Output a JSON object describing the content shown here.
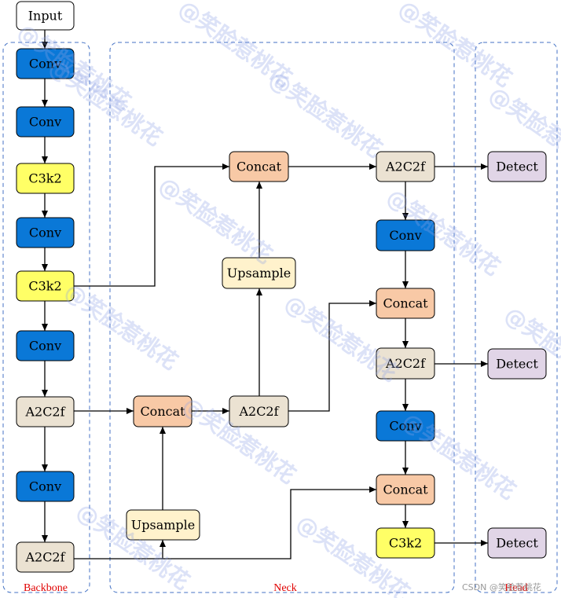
{
  "sections": {
    "backbone": "Backbone",
    "neck": "Neck",
    "head": "Head"
  },
  "nodes": {
    "input": "Input",
    "b_conv1": "Conv",
    "b_conv2": "Conv",
    "b_c3k2_1": "C3k2",
    "b_conv3": "Conv",
    "b_c3k2_2": "C3k2",
    "b_conv4": "Conv",
    "b_a2c2f_1": "A2C2f",
    "b_conv5": "Conv",
    "b_a2c2f_2": "A2C2f",
    "n_upsample1": "Upsample",
    "n_concat1": "Concat",
    "n_a2c2f_1": "A2C2f",
    "n_upsample2": "Upsample",
    "n_concat2": "Concat",
    "n_a2c2f_2": "A2C2f",
    "n_conv1": "Conv",
    "n_concat3": "Concat",
    "n_a2c2f_3": "A2C2f",
    "n_conv2": "Conv",
    "n_concat4": "Concat",
    "n_c3k2": "C3k2",
    "h_detect1": "Detect",
    "h_detect2": "Detect",
    "h_detect3": "Detect"
  },
  "colors": {
    "conv": "#0a78d7",
    "c3k2": "#ffff66",
    "a2c2f": "#ebe2d2",
    "concat": "#f8c9a6",
    "upsample": "#fff2cc",
    "detect": "#e1d5e7",
    "input": "#ffffff",
    "section_border": "#4472c4",
    "section_label": "#e00000"
  },
  "watermark": "@笑脸惹桃花",
  "credit": "CSDN @笑脸惹桃花"
}
